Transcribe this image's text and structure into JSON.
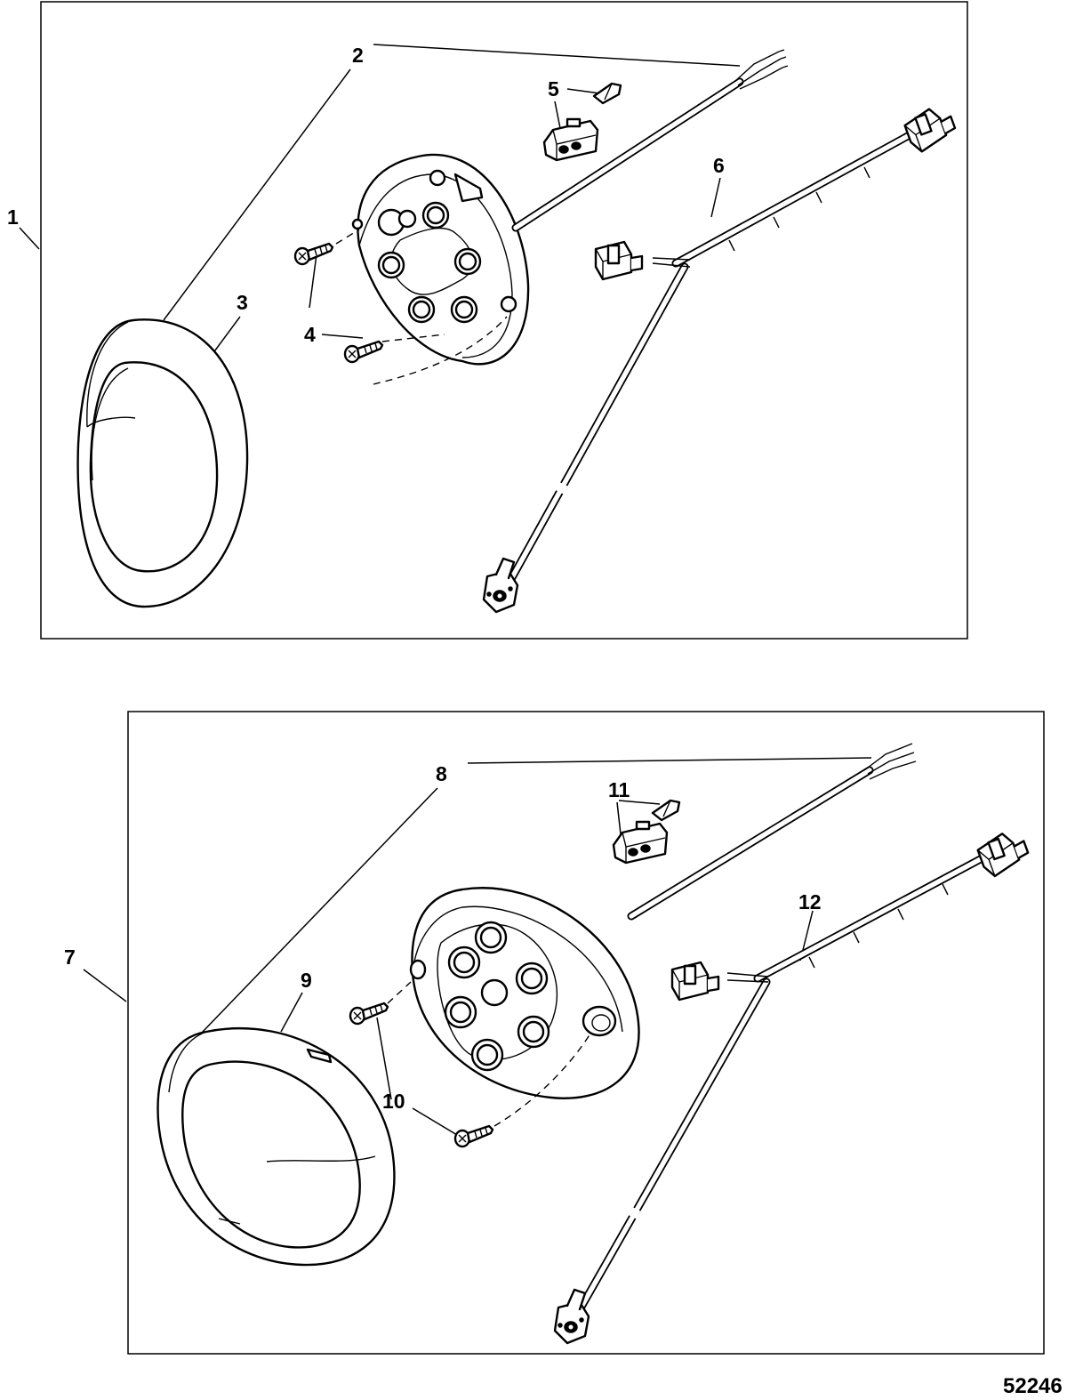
{
  "callouts": {
    "c1": "1",
    "c2": "2",
    "c3": "3",
    "c4a": "4",
    "c4b": "4",
    "c5": "5",
    "c6": "6",
    "c7": "7",
    "c8": "8",
    "c9": "9",
    "c10": "10",
    "c11": "11",
    "c12": "12"
  },
  "figure_number": "52246"
}
